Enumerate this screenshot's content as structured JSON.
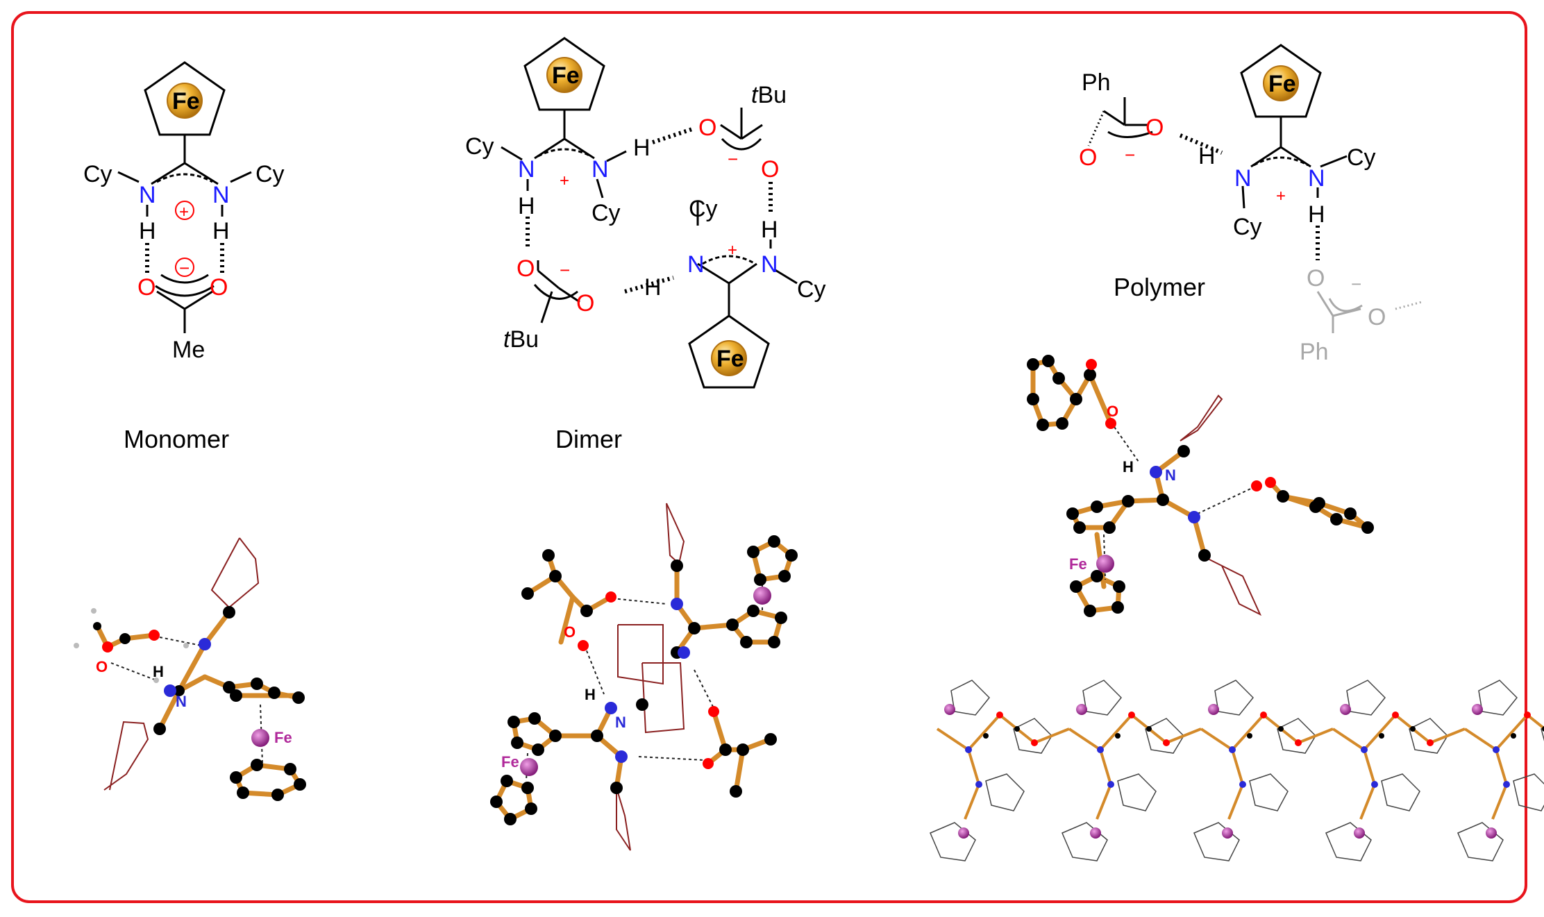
{
  "panels": {
    "monomer": {
      "caption": "Monomer",
      "cap_group": "Me"
    },
    "dimer": {
      "caption": "Dimer",
      "cap_group": "tBu"
    },
    "polymer": {
      "caption": "Polymer",
      "cap_group": "Ph"
    }
  },
  "labels": {
    "fe": "Fe",
    "n": "N",
    "h": "H",
    "o": "O",
    "cy": "Cy",
    "plus": "+",
    "minus": "−",
    "t_prefix": "t",
    "bu": "Bu"
  },
  "colors": {
    "frame": "#e8141c",
    "nitrogen": "#1a1aff",
    "oxygen": "#ff0000",
    "iron_fill": "#e8a020",
    "faded": "#a8a8a8",
    "iron_atom": "#b0289a",
    "bond": "#d48a2a"
  }
}
